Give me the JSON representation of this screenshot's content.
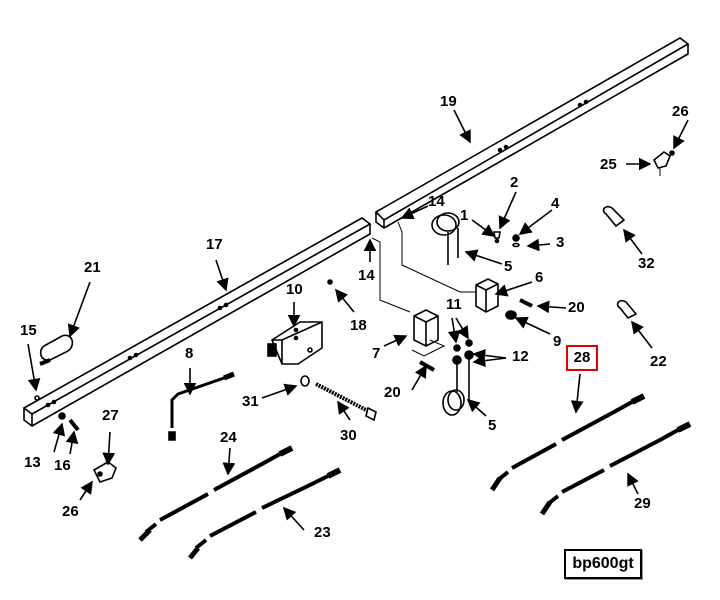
{
  "figure": {
    "id_label": "bp600gt",
    "highlighted_callout": "28",
    "highlight_color": "#e00000"
  },
  "callouts": {
    "c1": "1",
    "c2": "2",
    "c3": "3",
    "c4": "4",
    "c5a": "5",
    "c5b": "5",
    "c6": "6",
    "c7": "7",
    "c8": "8",
    "c9": "9",
    "c10": "10",
    "c11": "11",
    "c12": "12",
    "c13": "13",
    "c14a": "14",
    "c14b": "14",
    "c15": "15",
    "c16": "16",
    "c17": "17",
    "c18": "18",
    "c19": "19",
    "c20a": "20",
    "c20b": "20",
    "c21": "21",
    "c22": "22",
    "c23": "23",
    "c24": "24",
    "c25": "25",
    "c26a": "26",
    "c26b": "26",
    "c27": "27",
    "c29": "29",
    "c30": "30",
    "c31": "31",
    "c32": "32"
  }
}
